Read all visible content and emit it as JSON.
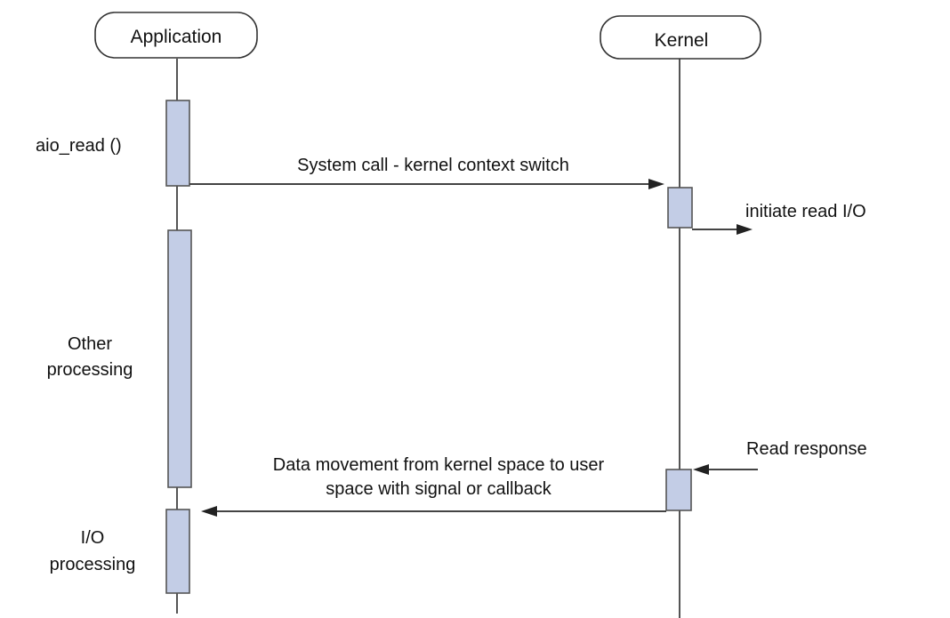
{
  "actors": {
    "application": "Application",
    "kernel": "Kernel"
  },
  "notes": {
    "aio_read": "aio_read ()",
    "other_processing": [
      "Other",
      "processing"
    ],
    "io_processing": [
      "I/O",
      "processing"
    ],
    "initiate_read": "initiate read I/O",
    "read_response": "Read response"
  },
  "messages": {
    "syscall": "System call - kernel context switch",
    "data_movement": [
      "Data movement from kernel space to user",
      "space with signal or callback"
    ]
  },
  "colors": {
    "activation_fill": "#c3cde6",
    "line": "#444444"
  }
}
